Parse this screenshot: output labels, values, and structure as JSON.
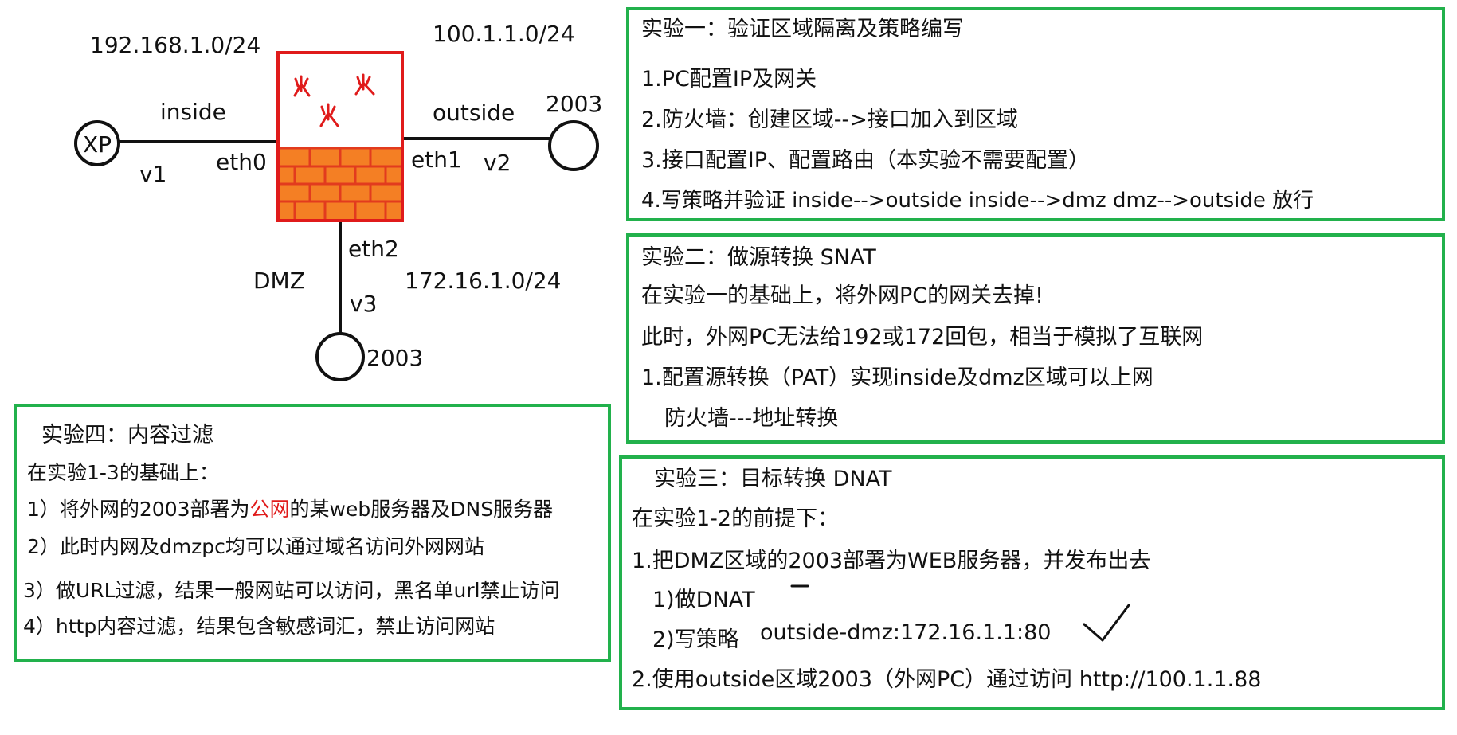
{
  "colors": {
    "line": "#111111",
    "firewall_border": "#e01b1b",
    "firewall_brick": "#f47f24",
    "box_border": "#22b14c",
    "highlight": "#e01b1b"
  },
  "topology": {
    "subnet_inside": "192.168.1.0/24",
    "subnet_outside": "100.1.1.0/24",
    "subnet_dmz": "172.16.1.0/24",
    "zone_inside": "inside",
    "zone_outside": "outside",
    "zone_dmz": "DMZ",
    "eth0": "eth0",
    "eth1": "eth1",
    "eth2": "eth2",
    "v1": "v1",
    "v2": "v2",
    "v3": "v3",
    "xp_node": "XP",
    "outside_host": "2003",
    "dmz_host": "2003",
    "firewall_scribble_icon": "fire-characters-icon",
    "firewall_wall_icon": "brick-wall-icon"
  },
  "lab1": {
    "title": "实验一：验证区域隔离及策略编写",
    "lines": [
      "1.PC配置IP及网关",
      "2.防火墙：创建区域-->接口加入到区域",
      "3.接口配置IP、配置路由（本实验不需要配置）",
      "4.写策略并验证   inside-->outside  inside-->dmz dmz-->outside    放行"
    ]
  },
  "lab2": {
    "title": "实验二：做源转换    SNAT",
    "lines": [
      "在实验一的基础上，将外网PC的网关去掉!",
      "此时，外网PC无法给192或172回包，相当于模拟了互联网",
      "1.配置源转换（PAT）实现inside及dmz区域可以上网",
      "防火墙---地址转换"
    ]
  },
  "lab3": {
    "title": "实验三：目标转换 DNAT",
    "lines": [
      "在实验1-2的前提下：",
      "1.把DMZ区域的2003部署为WEB服务器，并发布出去",
      "1)做DNAT",
      "2)写策略",
      "outside-dmz:172.16.1.1:80",
      "2.使用outside区域2003（外网PC）通过访问 http://100.1.1.88"
    ],
    "dash_mark_icon": "dash-icon",
    "checkmark_icon": "checkmark-icon"
  },
  "lab4": {
    "title": "实验四：内容过滤",
    "line1": "在实验1-3的基础上：",
    "line2_before": "1）将外网的2003部署为",
    "line2_highlight": "公网",
    "line2_after": "的某web服务器及DNS服务器",
    "line3": "2）此时内网及dmzpc均可以通过域名访问外网网站",
    "line4": "3）做URL过滤，结果一般网站可以访问，黑名单url禁止访问",
    "line5": "4）http内容过滤，结果包含敏感词汇，禁止访问网站"
  }
}
